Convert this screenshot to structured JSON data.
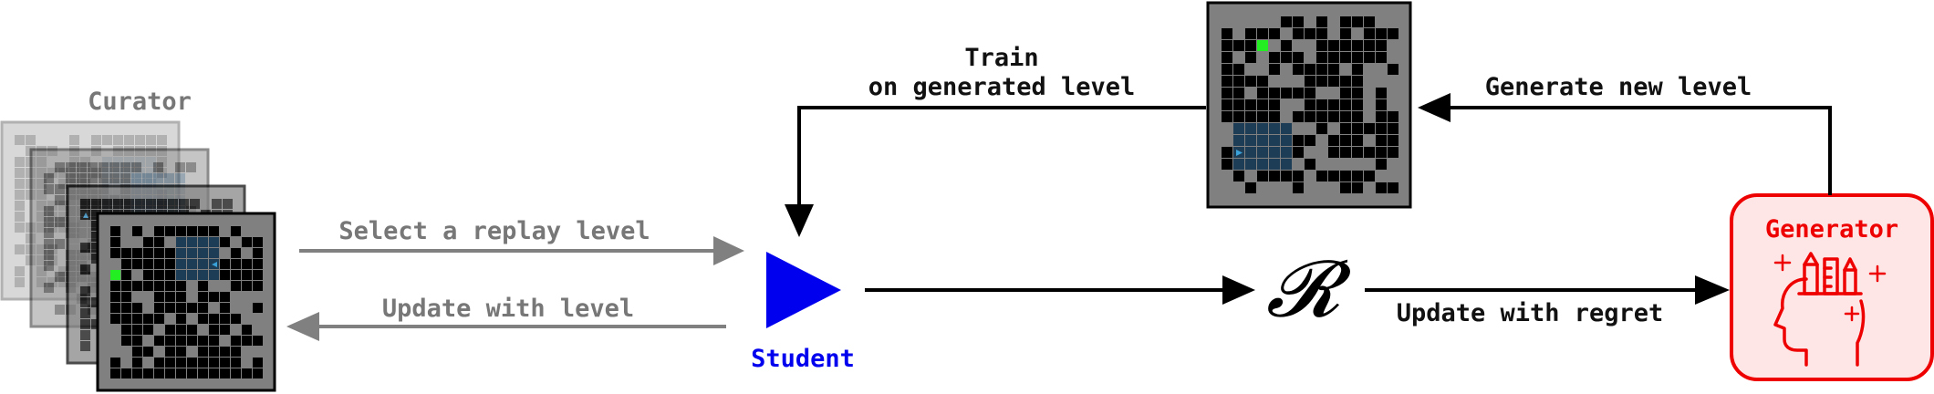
{
  "labels": {
    "curator": "Curator",
    "select_replay": "Select a replay level",
    "update_with_level": "Update with level",
    "student": "Student",
    "train_line1": "Train",
    "train_line2": "on generated level",
    "generate_new": "Generate new level",
    "regret_symbol": "𝓡",
    "update_with_regret": "Update with regret",
    "generator": "Generator"
  },
  "colors": {
    "student": "#0000ee",
    "generator": "#ee0000",
    "generator_fill": "#ffe6e6",
    "arrow_dark": "#000000",
    "arrow_gray": "#808080",
    "maze_wall": "#808080",
    "maze_floor": "#000000",
    "goal": "#22ee22",
    "agent_view": "#1d3d57",
    "agent": "#3aa0d8"
  },
  "icons": {
    "student": "triangle-agent-icon",
    "generator": "head-with-tools-icon",
    "regret": "script-r-icon"
  }
}
